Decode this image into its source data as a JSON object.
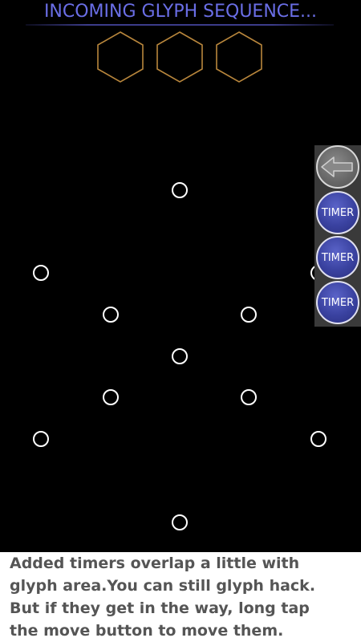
{
  "header": {
    "title": "INCOMING GLYPH SEQUENCE..."
  },
  "glyph_slots": {
    "count": 3,
    "stroke_color": "#b8863c"
  },
  "controls": {
    "back_icon": "left-arrow-icon",
    "timers": [
      {
        "label": "TIMER"
      },
      {
        "label": "TIMER"
      },
      {
        "label": "TIMER"
      }
    ],
    "timer_color": "#3a42a0"
  },
  "glyph_grid": {
    "node_count": 11,
    "node_color": "#ffffff"
  },
  "caption": {
    "lines": [
      "Added timers overlap a little with",
      "glyph area.You can still glyph hack.",
      "But if they get in the way,  long tap",
      "the move button to move them."
    ]
  }
}
